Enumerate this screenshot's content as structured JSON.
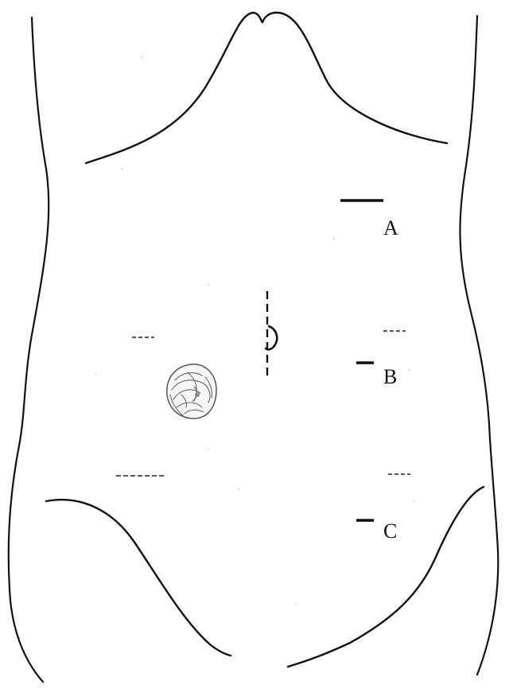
{
  "figure": {
    "background": "#ffffff",
    "stroke_color": "#111111",
    "labels": {
      "a": "A",
      "b": "B",
      "c": "C"
    }
  }
}
